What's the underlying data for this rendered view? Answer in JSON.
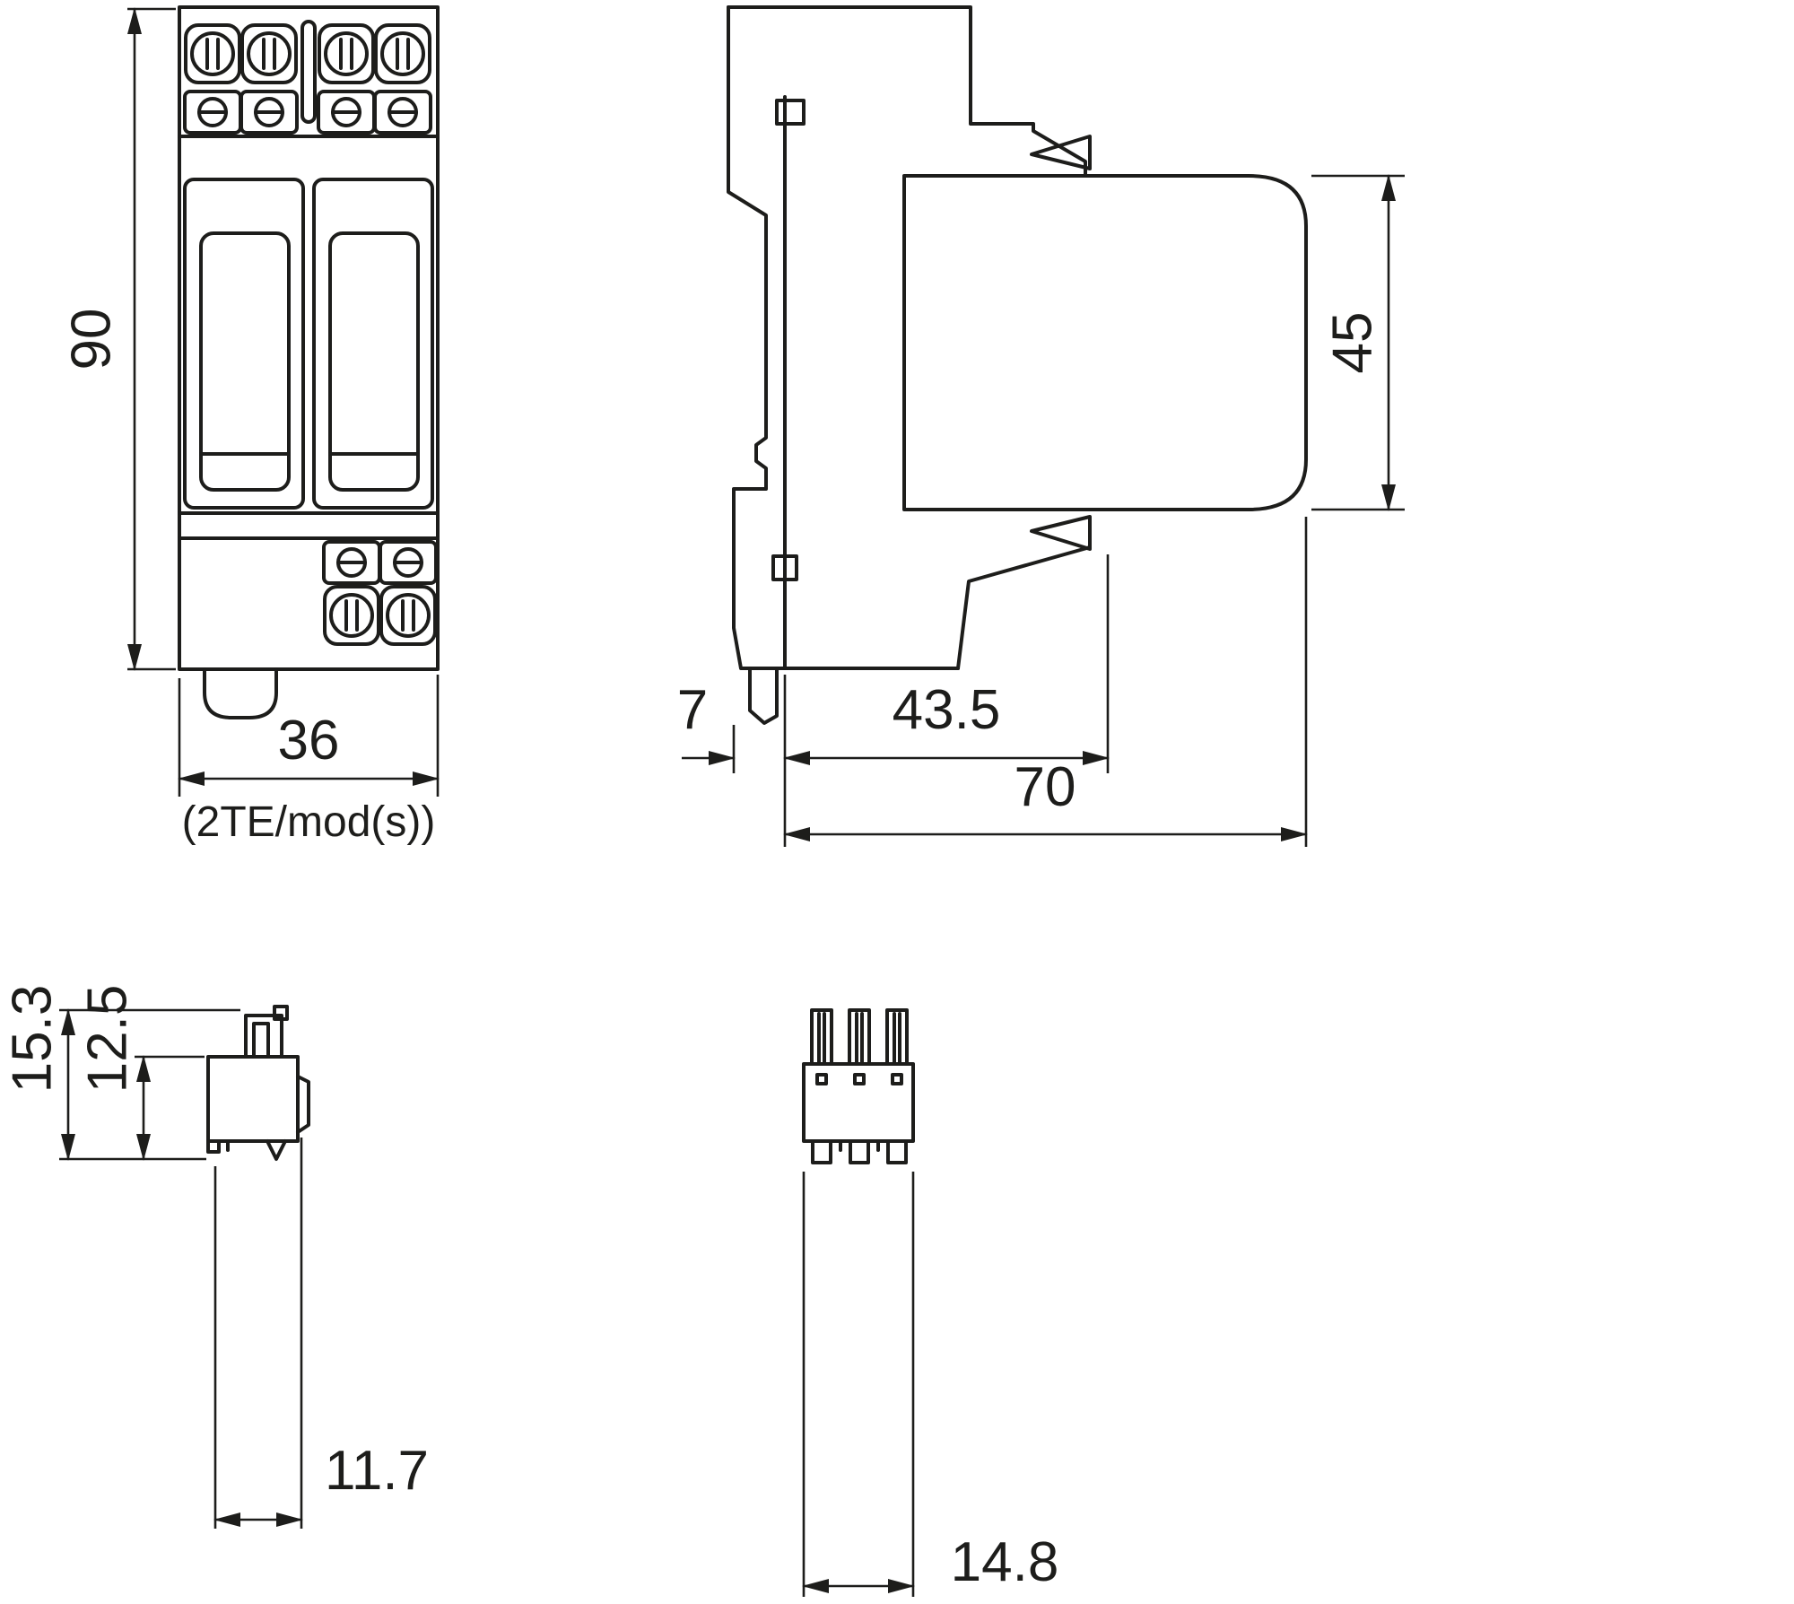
{
  "drawing": {
    "background": "#ffffff",
    "line_color": "#1d1d1b",
    "views": {
      "front": {
        "height_mm": "90",
        "width_mm": "36",
        "width_note": "(2TE/mod(s))"
      },
      "side": {
        "module_height_mm": "45",
        "latch_depth_mm": "7",
        "mount_depth_mm": "43.5",
        "total_depth_mm": "70"
      },
      "terminal_side": {
        "total_height_mm": "15.3",
        "body_height_mm": "12.5",
        "width_mm": "11.7"
      },
      "terminal_front": {
        "width_mm": "14.8"
      }
    }
  }
}
